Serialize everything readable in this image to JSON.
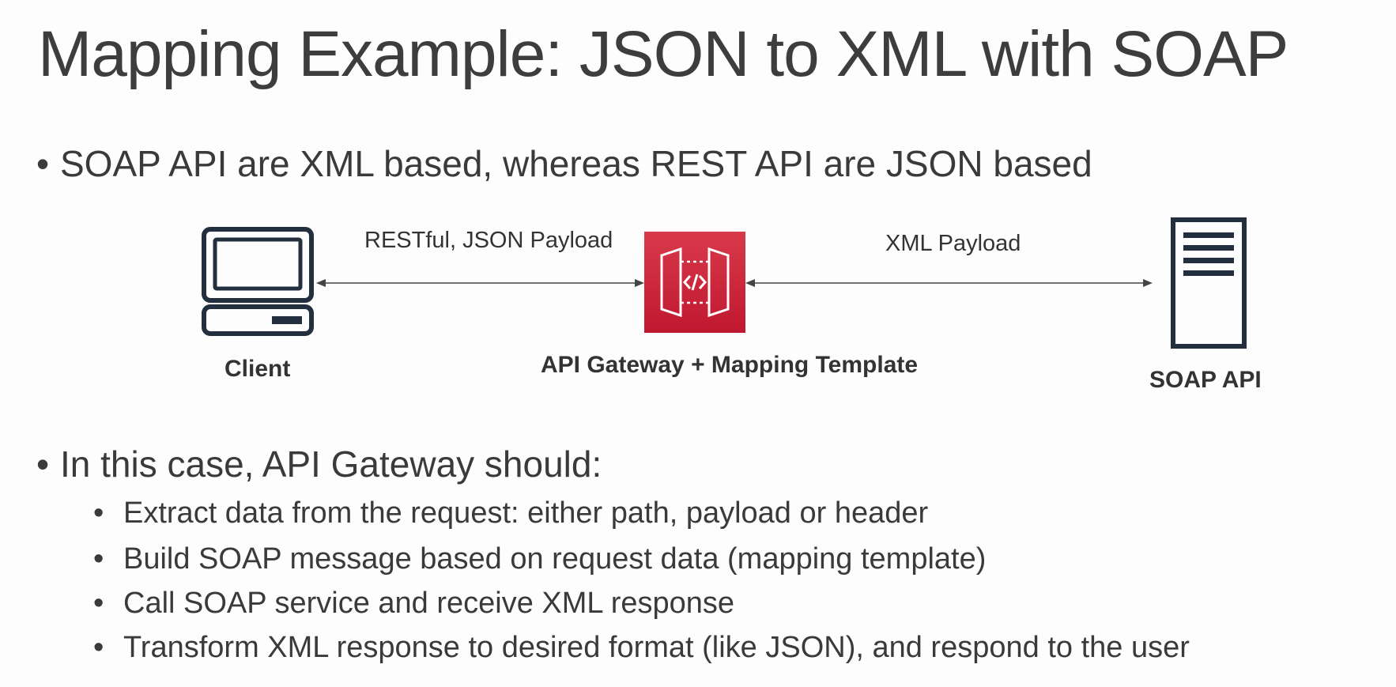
{
  "title": "Mapping Example: JSON to XML with SOAP",
  "bullets": {
    "b1": "SOAP API are XML based, whereas REST API are JSON based",
    "b2": "In this case, API Gateway should:",
    "sub": [
      "Extract data from the request: either path, payload or header",
      "Build SOAP message based on request data (mapping template)",
      "Call SOAP service and receive XML response",
      "Transform XML response to desired format (like JSON), and respond to the user"
    ]
  },
  "diagram": {
    "nodes": {
      "client": "Client",
      "gateway": "API Gateway + Mapping Template",
      "soap": "SOAP API"
    },
    "edges": {
      "client_gateway": "RESTful, JSON Payload",
      "gateway_soap": "XML Payload"
    },
    "icons": {
      "client": "computer-icon",
      "gateway": "api-gateway-icon",
      "soap": "server-icon"
    },
    "colors": {
      "gateway_bg": "#c8202f",
      "stroke": "#232f3e"
    }
  }
}
